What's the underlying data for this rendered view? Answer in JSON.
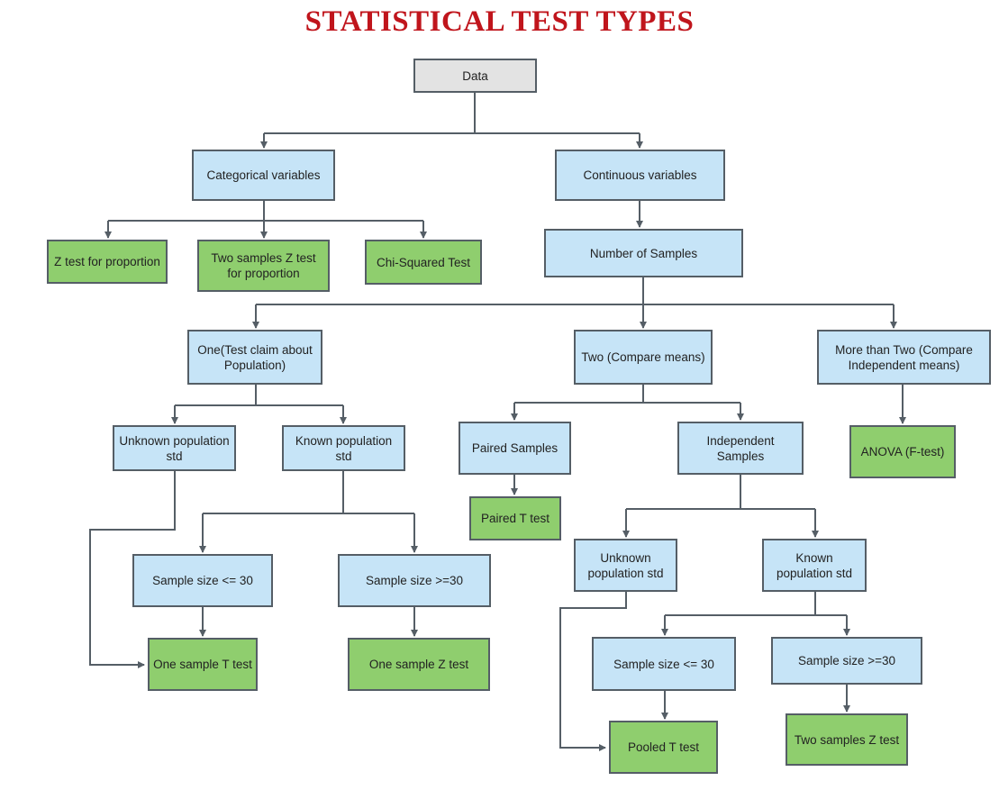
{
  "title": "STATISTICAL TEST TYPES",
  "colors": {
    "title": "#c0151c",
    "decision": "#c6e4f7",
    "test": "#8fce6e",
    "root": "#e3e3e3",
    "line": "#555e66"
  },
  "nodes": {
    "data": "Data",
    "categorical": "Categorical variables",
    "continuous": "Continuous variables",
    "z_prop": "Z test for proportion",
    "two_z_prop": "Two samples Z test for proportion",
    "chi_sq": "Chi-Squared Test",
    "num_samples": "Number of Samples",
    "one": "One(Test claim about Population)",
    "two": "Two (Compare means)",
    "more_two": "More than Two (Compare Independent means)",
    "unk_std_1": "Unknown population std",
    "known_std_1": "Known population std",
    "paired": "Paired Samples",
    "independent": "Independent Samples",
    "anova": "ANOVA (F-test)",
    "paired_t": "Paired T test",
    "size_le_30_a": "Sample size <= 30",
    "size_ge_30_a": "Sample size >=30",
    "unk_std_2": "Unknown population std",
    "known_std_2": "Known population std",
    "one_t": "One sample T test",
    "one_z": "One sample Z test",
    "size_le_30_b": "Sample size <= 30",
    "size_ge_30_b": "Sample size >=30",
    "pooled_t": "Pooled T test",
    "two_z": "Two samples Z test"
  }
}
